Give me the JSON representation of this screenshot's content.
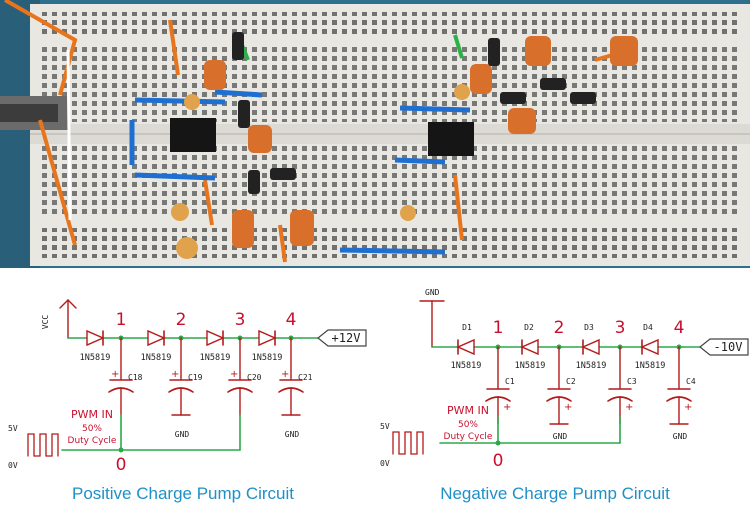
{
  "colors": {
    "wire": "#2aa84a",
    "component": "#b31b1b",
    "node_label": "#c8102e",
    "title": "#1e90c8",
    "text": "#222222"
  },
  "photo": {
    "description_icon": "breadboard-photo"
  },
  "positive": {
    "title": "Positive Charge Pump Circuit",
    "supply_label": "VCC",
    "output_label": "+12V",
    "nodes": [
      "1",
      "2",
      "3",
      "4"
    ],
    "diodes": [
      "1N5819",
      "1N5819",
      "1N5819",
      "1N5819"
    ],
    "caps": [
      "C18",
      "C19",
      "C20",
      "C21"
    ],
    "gnd": "GND",
    "pwm_line1": "PWM IN",
    "pwm_line2": "50%",
    "pwm_line3": "Duty Cycle",
    "hi": "5V",
    "lo": "0V",
    "zero": "0"
  },
  "negative": {
    "title": "Negative Charge Pump Circuit",
    "supply_label": "GND",
    "output_label": "-10V",
    "nodes": [
      "1",
      "2",
      "3",
      "4"
    ],
    "diodes": [
      "1N5819",
      "1N5819",
      "1N5819",
      "1N5819"
    ],
    "diode_refs": [
      "D1",
      "D2",
      "D3",
      "D4"
    ],
    "caps": [
      "C1",
      "C2",
      "C3",
      "C4"
    ],
    "gnd": "GND",
    "pwm_line1": "PWM IN",
    "pwm_line2": "50%",
    "pwm_line3": "Duty Cycle",
    "hi": "5V",
    "lo": "0V",
    "zero": "0"
  }
}
